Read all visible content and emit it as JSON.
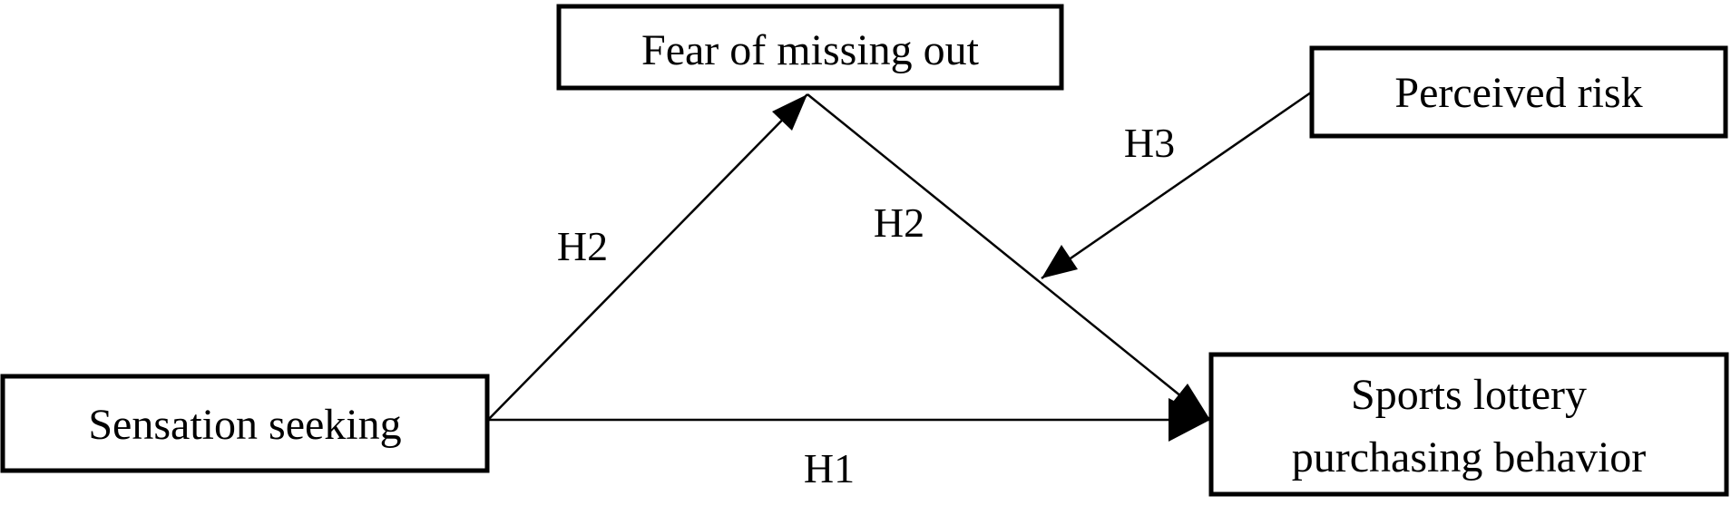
{
  "nodes": {
    "sensation_seeking": {
      "label": "Sensation seeking"
    },
    "fomo": {
      "label": "Fear of missing out"
    },
    "perceived_risk": {
      "label": "Perceived risk"
    },
    "sports_lottery": {
      "line1": "Sports lottery",
      "line2": "purchasing behavior"
    }
  },
  "edges": {
    "h1": "H1",
    "h2_left": "H2",
    "h2_right": "H2",
    "h3": "H3"
  },
  "colors": {
    "stroke": "#000000",
    "background": "#ffffff"
  }
}
